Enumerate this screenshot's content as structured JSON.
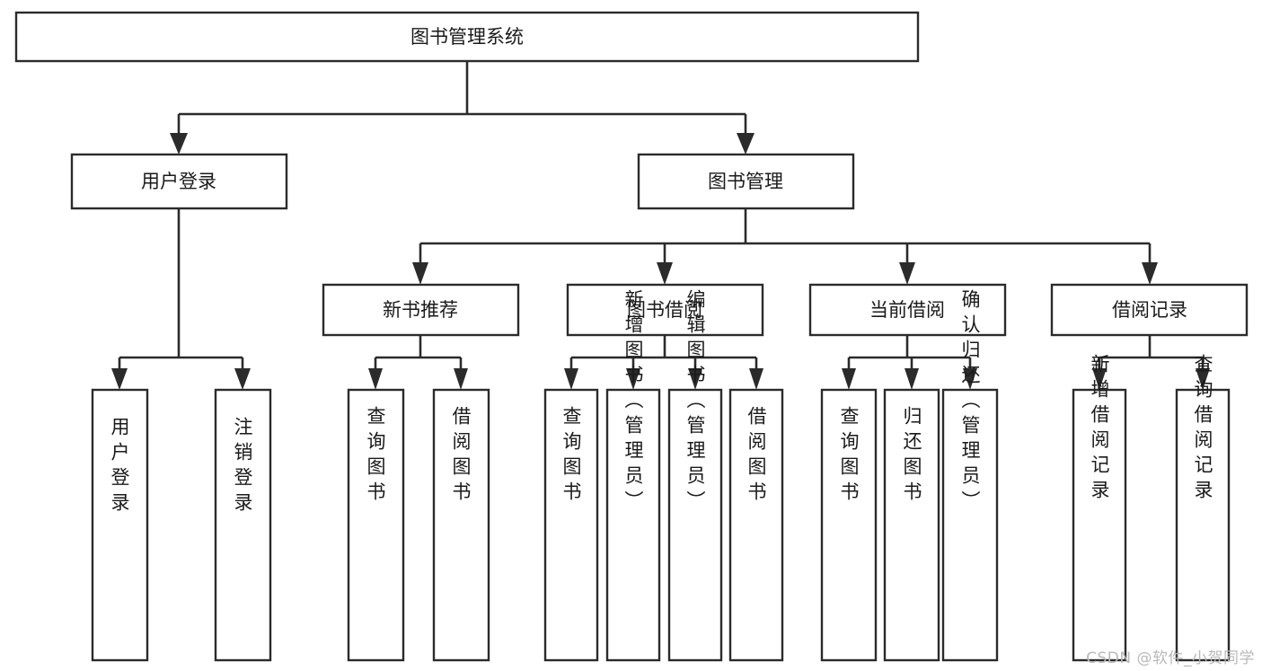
{
  "diagram": {
    "title": "图书管理系统",
    "type": "tree-hierarchy-diagram",
    "watermark": "CSDN @软件_小贺同学",
    "colors": {
      "box_stroke": "#2b2b2b",
      "box_fill": "#ffffff",
      "text": "#1a1a1a",
      "connector": "#2b2b2b",
      "background": "#ffffff",
      "watermark": "#b9b9b9"
    },
    "root": {
      "id": "root",
      "label": "图书管理系统"
    },
    "level2": [
      {
        "id": "user-login",
        "label": "用户登录"
      },
      {
        "id": "book-manage",
        "label": "图书管理"
      }
    ],
    "level3": [
      {
        "id": "new-book-recommend",
        "label": "新书推荐",
        "parent": "book-manage"
      },
      {
        "id": "book-borrow",
        "label": "图书借阅",
        "parent": "book-manage"
      },
      {
        "id": "current-borrow",
        "label": "当前借阅",
        "parent": "book-manage"
      },
      {
        "id": "borrow-record",
        "label": "借阅记录",
        "parent": "book-manage"
      }
    ],
    "leaves": {
      "user-login": [
        {
          "id": "leaf-user-login",
          "label": "用户登录"
        },
        {
          "id": "leaf-user-logout",
          "label": "注销登录"
        }
      ],
      "new-book-recommend": [
        {
          "id": "leaf-query-book-1",
          "label": "查询图书"
        },
        {
          "id": "leaf-borrow-book-1",
          "label": "借阅图书"
        }
      ],
      "book-borrow": [
        {
          "id": "leaf-query-book-2",
          "label": "查询图书"
        },
        {
          "id": "leaf-add-book",
          "label": "新增图书（管理员）"
        },
        {
          "id": "leaf-edit-book",
          "label": "编辑图书（管理员）"
        },
        {
          "id": "leaf-borrow-book-2",
          "label": "借阅图书"
        }
      ],
      "current-borrow": [
        {
          "id": "leaf-query-book-3",
          "label": "查询图书"
        },
        {
          "id": "leaf-return-book",
          "label": "归还图书"
        },
        {
          "id": "leaf-confirm-return",
          "label": "确认归还（管理员）"
        }
      ],
      "borrow-record": [
        {
          "id": "leaf-add-record",
          "label": "新增借阅记录"
        },
        {
          "id": "leaf-query-record",
          "label": "查询借阅记录"
        }
      ]
    }
  }
}
